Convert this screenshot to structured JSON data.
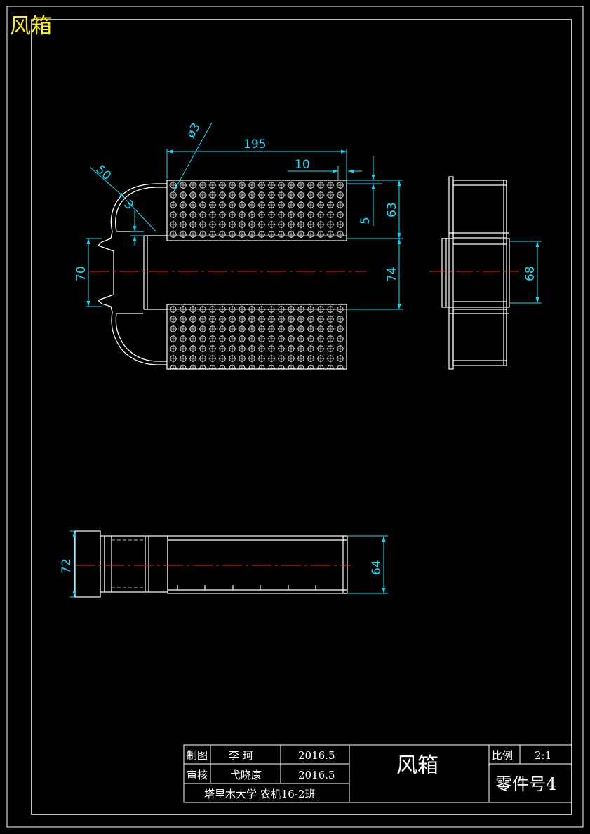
{
  "corner_title": "风箱",
  "dimensions": {
    "d_195": "195",
    "d_10": "10",
    "d_phi3": "ø3",
    "d_50": "50",
    "d_3": "3",
    "d_5": "5",
    "d_63": "63",
    "d_74": "74",
    "d_70": "70",
    "d_68": "68",
    "d_72": "72",
    "d_64": "64"
  },
  "title_block": {
    "drawn_label": "制图",
    "drawn_name": "李  珂",
    "drawn_date": "2016.5",
    "checked_label": "审核",
    "checked_name": "弋晓康",
    "checked_date": "2016.5",
    "school": "塔里木大学 农机16-2班",
    "part_name": "风箱",
    "scale_label": "比例",
    "scale_value": "2:1",
    "part_number": "零件号4"
  },
  "colors": {
    "outline": "#ffffff",
    "dimension": "#00e5ff",
    "centerline": "#ff2020",
    "title": "#ffee00",
    "background": "#000000"
  }
}
